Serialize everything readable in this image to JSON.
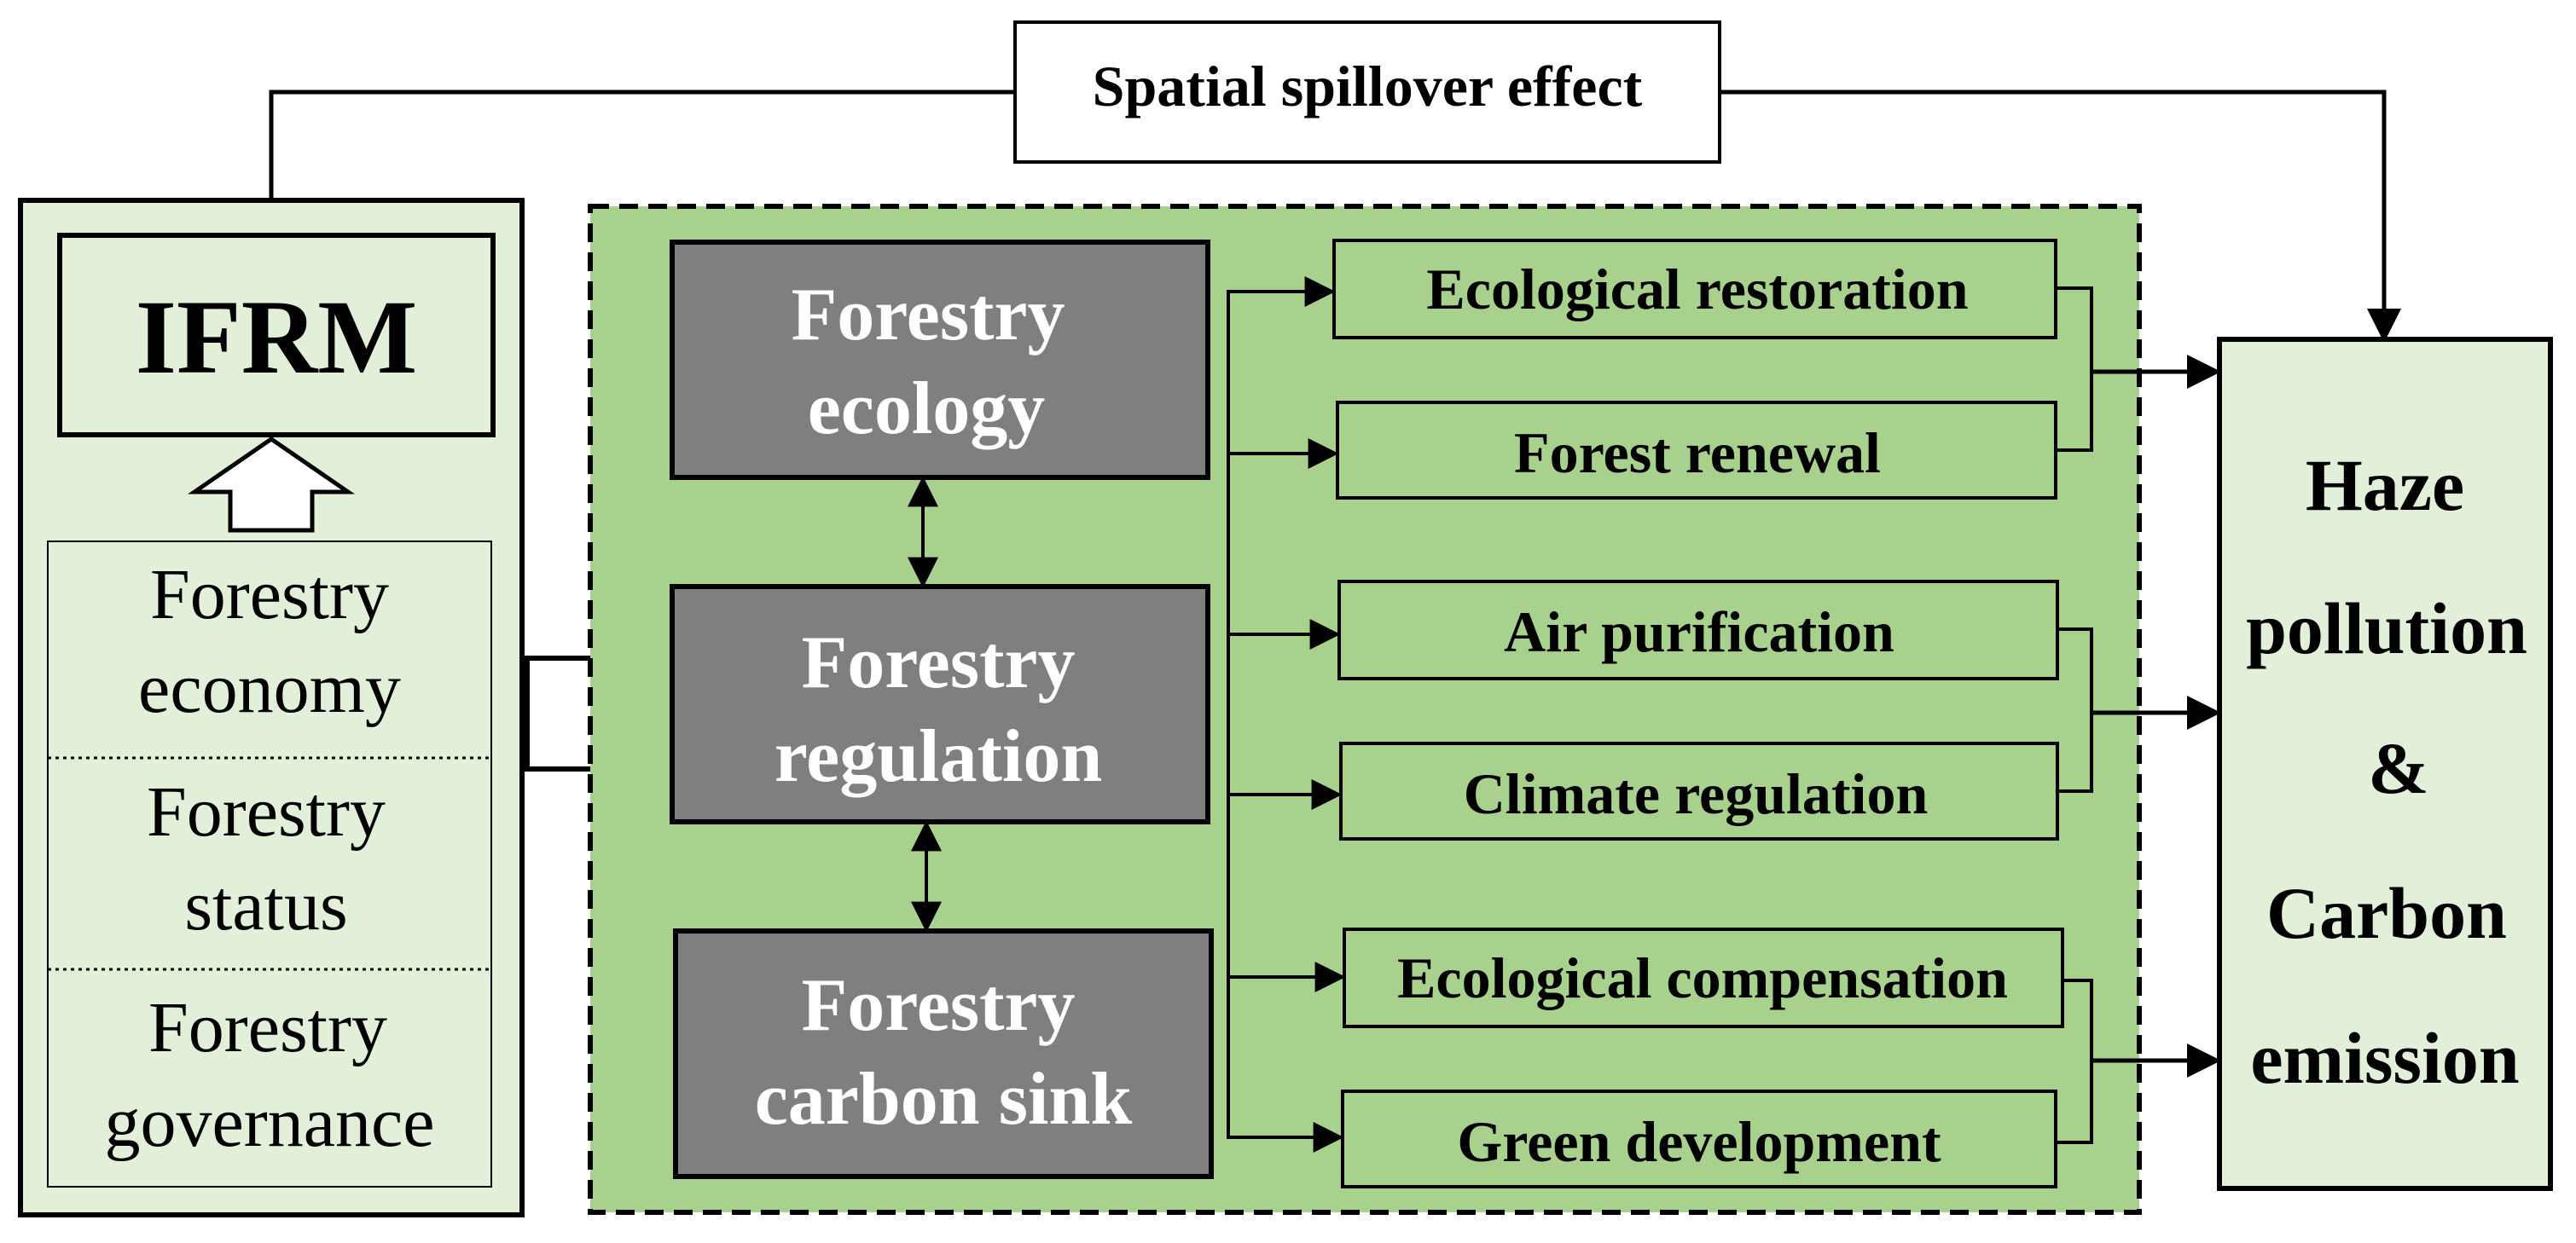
{
  "spillover_label": "Spatial spillover effect",
  "left_panel": {
    "title": "IFRM",
    "items": [
      {
        "line1": "Forestry",
        "line2": "economy"
      },
      {
        "line1": "Forestry",
        "line2": "status"
      },
      {
        "line1": "Forestry",
        "line2": "governance"
      }
    ]
  },
  "center": {
    "boxes": [
      {
        "line1": "Forestry",
        "line2": "ecology"
      },
      {
        "line1": "Forestry",
        "line2": "regulation"
      },
      {
        "line1": "Forestry",
        "line2": "carbon sink"
      }
    ]
  },
  "pathways": [
    {
      "label": "Ecological restoration"
    },
    {
      "label": "Forest renewal"
    },
    {
      "label": "Air purification"
    },
    {
      "label": "Climate regulation"
    },
    {
      "label": "Ecological compensation"
    },
    {
      "label": "Green development"
    }
  ],
  "outcome": {
    "lines": [
      "Haze",
      "pollution",
      "&",
      "Carbon",
      "emission"
    ]
  },
  "colors": {
    "light_green": "#e2efd9",
    "mid_green": "#a9d18e",
    "dark_gray": "#7f7f7f",
    "stroke": "#000000"
  }
}
